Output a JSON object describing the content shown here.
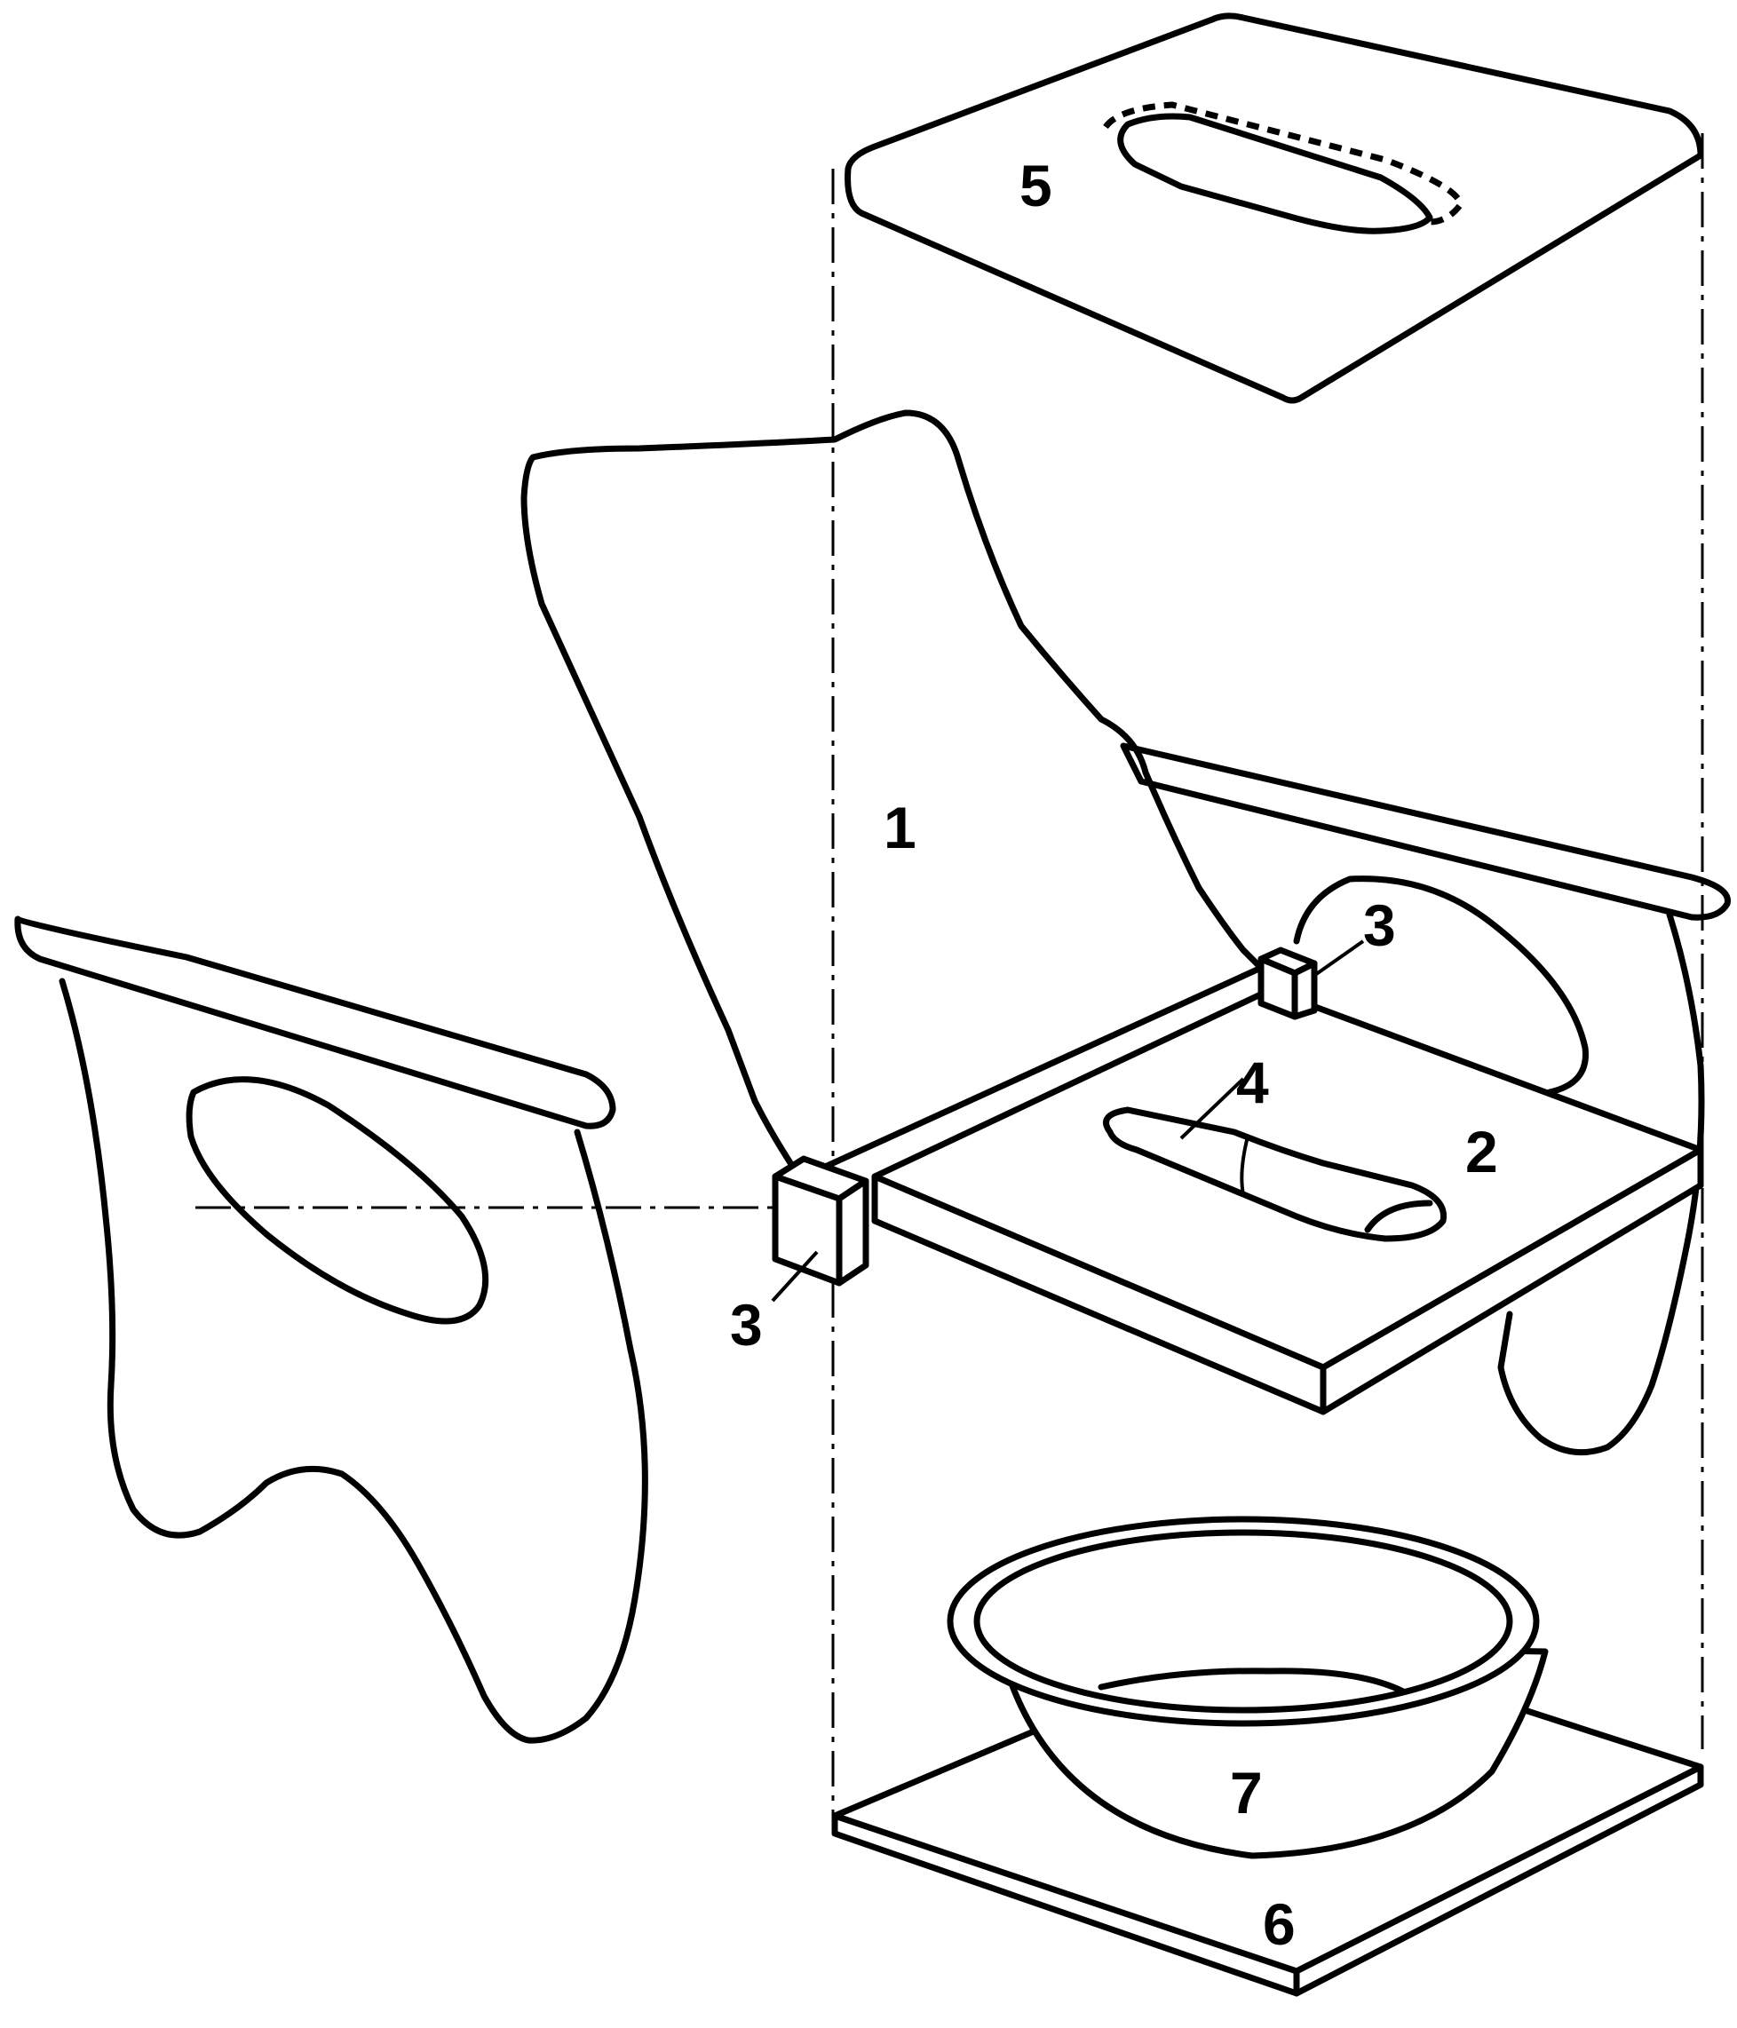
{
  "labels": {
    "backrest": "1",
    "seat_board": "2",
    "connector_front": "3",
    "connector_back": "3",
    "seat_hole": "4",
    "lid": "5",
    "base_board": "6",
    "basin": "7"
  }
}
